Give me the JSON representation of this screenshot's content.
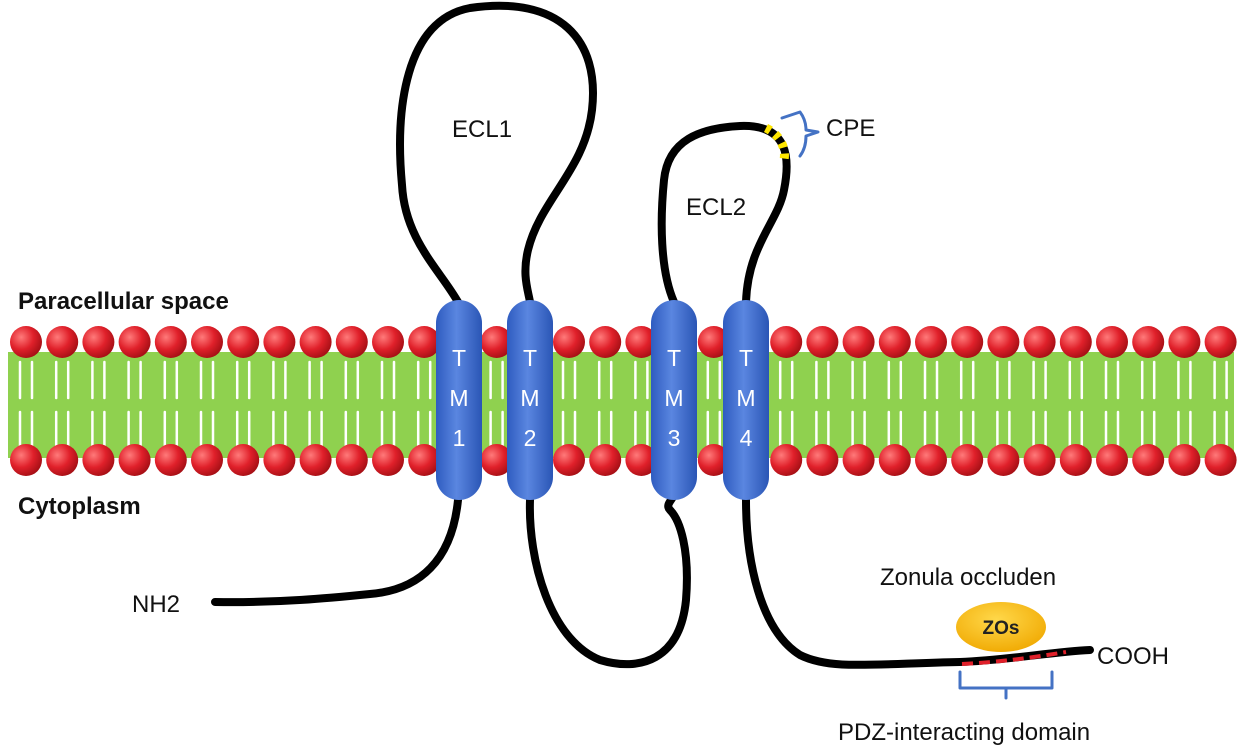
{
  "labels": {
    "paracellular": "Paracellular space",
    "cytoplasm": "Cytoplasm",
    "ecl1": "ECL1",
    "ecl2": "ECL2",
    "cpe": "CPE",
    "nh2": "NH2",
    "cooh": "COOH",
    "zonula": "Zonula occluden",
    "pdz": "PDZ-interacting domain",
    "zos": "ZOs"
  },
  "helices": [
    {
      "id": "tm1",
      "line1": "T",
      "line2": "M",
      "line3": "1"
    },
    {
      "id": "tm2",
      "line1": "T",
      "line2": "M",
      "line3": "2"
    },
    {
      "id": "tm3",
      "line1": "T",
      "line2": "M",
      "line3": "3"
    },
    {
      "id": "tm4",
      "line1": "T",
      "line2": "M",
      "line3": "4"
    }
  ],
  "colors": {
    "lipid_head": "#e0202a",
    "lipid_tail": "#8fd14f",
    "helix": "#3f6fcf",
    "chain": "#000000",
    "cpe_mark": "#ffe600",
    "pdz_mark": "#e0202a",
    "zos_fill": "#f5b800",
    "bracket": "#4472c4"
  }
}
